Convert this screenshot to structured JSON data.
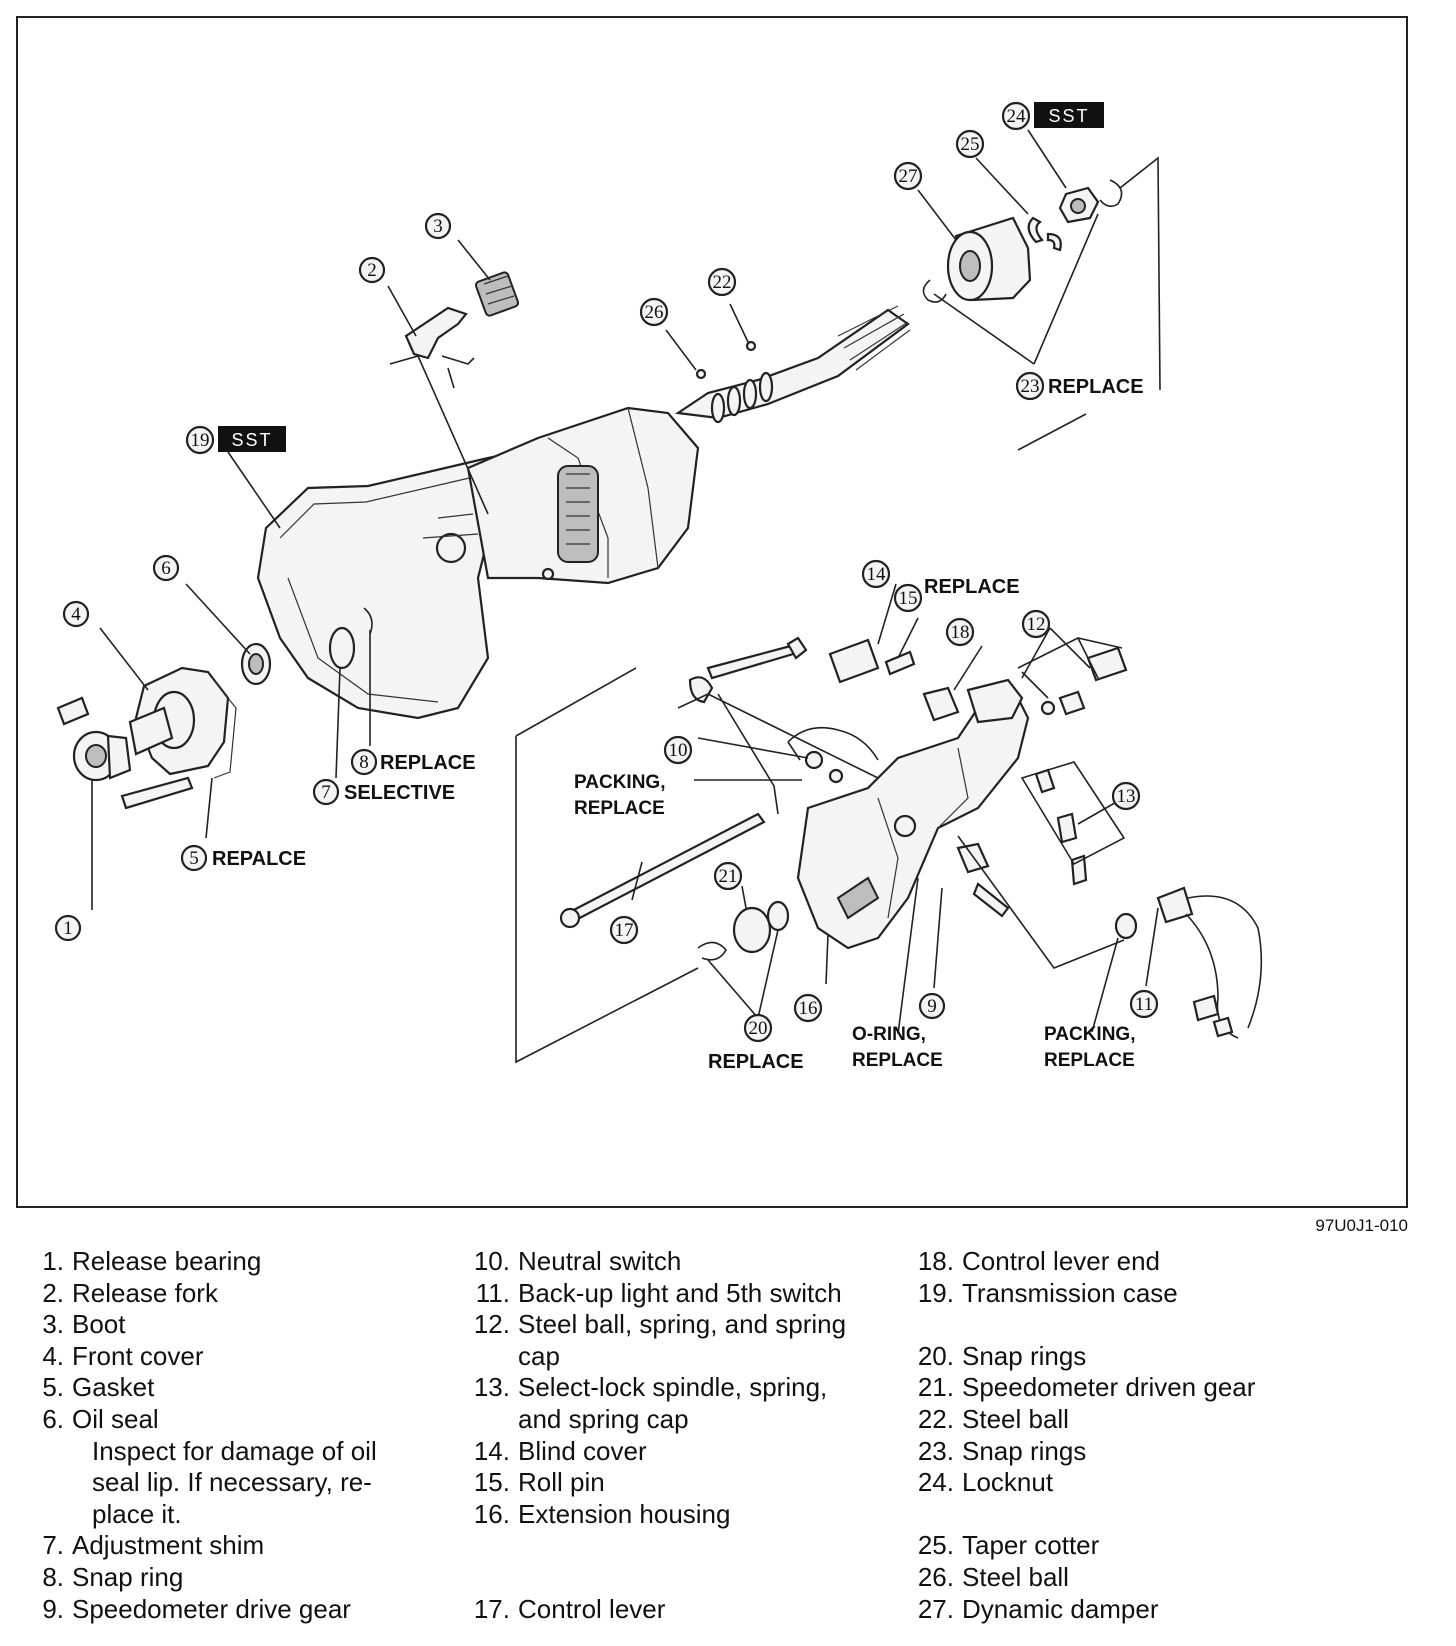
{
  "callouts": [
    {
      "num": "1"
    },
    {
      "num": "2"
    },
    {
      "num": "3"
    },
    {
      "num": "4"
    },
    {
      "num": "5",
      "note": "REPALCE"
    },
    {
      "num": "6"
    },
    {
      "num": "7",
      "note": "SELECTIVE"
    },
    {
      "num": "8",
      "note": "REPLACE"
    },
    {
      "num": "9"
    },
    {
      "num": "10"
    },
    {
      "num": "11"
    },
    {
      "num": "12"
    },
    {
      "num": "13"
    },
    {
      "num": "14"
    },
    {
      "num": "15",
      "note": "REPLACE"
    },
    {
      "num": "16"
    },
    {
      "num": "17"
    },
    {
      "num": "18"
    },
    {
      "num": "19",
      "badge": "SST"
    },
    {
      "num": "20",
      "note": "REPLACE"
    },
    {
      "num": "21"
    },
    {
      "num": "22"
    },
    {
      "num": "23",
      "note": "REPLACE"
    },
    {
      "num": "24",
      "badge": "SST"
    },
    {
      "num": "25"
    },
    {
      "num": "26"
    },
    {
      "num": "27"
    }
  ],
  "notes": {
    "packing_10_line1": "PACKING,",
    "packing_10_line2": "REPLACE",
    "oring_line1": "O-RING,",
    "oring_line2": "REPLACE",
    "packing_11_line1": "PACKING,",
    "packing_11_line2": "REPLACE"
  },
  "figure_code": "97U0J1-010",
  "legend": {
    "col1": [
      {
        "num": "1.",
        "text": "Release bearing"
      },
      {
        "num": "2.",
        "text": "Release fork"
      },
      {
        "num": "3.",
        "text": "Boot"
      },
      {
        "num": "4.",
        "text": "Front cover"
      },
      {
        "num": "5.",
        "text": "Gasket"
      },
      {
        "num": "6.",
        "text": "Oil seal"
      },
      {
        "num": "",
        "text": "Inspect for damage of oil seal lip. If necessary, re- place it."
      },
      {
        "num": "7.",
        "text": "Adjustment shim"
      },
      {
        "num": "8.",
        "text": "Snap ring"
      },
      {
        "num": "9.",
        "text": "Speedometer drive gear"
      }
    ],
    "col2": [
      {
        "num": "10.",
        "text": "Neutral switch"
      },
      {
        "num": "11.",
        "text": "Back-up light and 5th switch"
      },
      {
        "num": "12.",
        "text": "Steel ball, spring, and spring cap"
      },
      {
        "num": "13.",
        "text": "Select-lock spindle, spring, and spring cap"
      },
      {
        "num": "14.",
        "text": "Blind cover"
      },
      {
        "num": "15.",
        "text": "Roll pin"
      },
      {
        "num": "16.",
        "text": "Extension housing"
      },
      {
        "num": "17.",
        "text": "Control lever"
      }
    ],
    "col3": [
      {
        "num": "18.",
        "text": "Control lever end"
      },
      {
        "num": "19.",
        "text": "Transmission case"
      },
      {
        "num": "20.",
        "text": "Snap rings"
      },
      {
        "num": "21.",
        "text": "Speedometer driven gear"
      },
      {
        "num": "22.",
        "text": "Steel ball"
      },
      {
        "num": "23.",
        "text": "Snap rings"
      },
      {
        "num": "24.",
        "text": "Locknut"
      },
      {
        "num": "25.",
        "text": "Taper cotter"
      },
      {
        "num": "26.",
        "text": "Steel ball"
      },
      {
        "num": "27.",
        "text": "Dynamic damper"
      }
    ]
  }
}
